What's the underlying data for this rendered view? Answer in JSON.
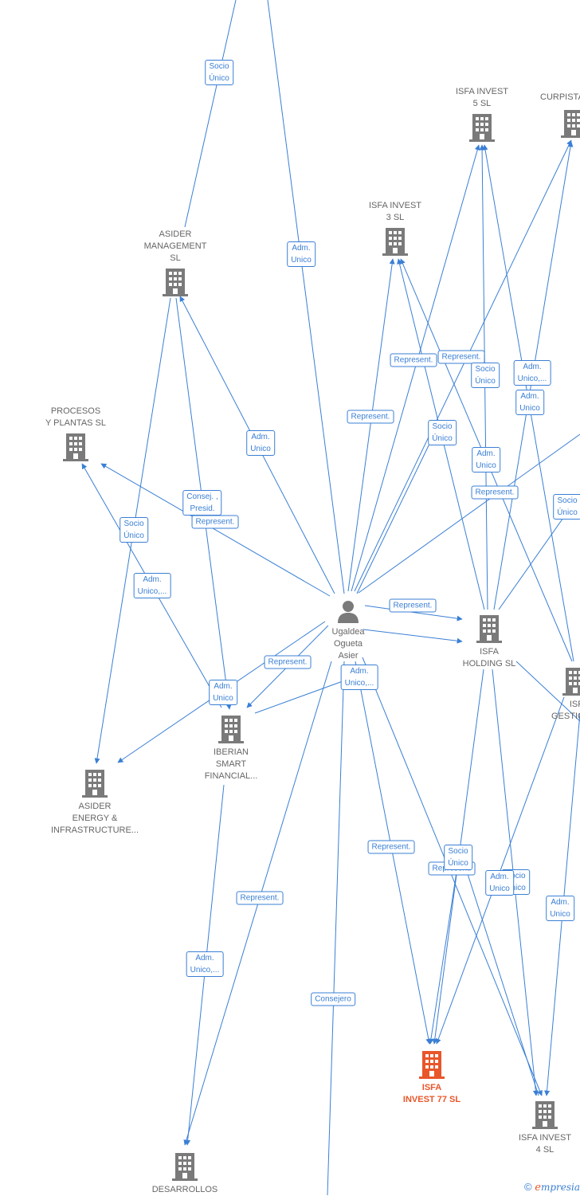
{
  "colors": {
    "edge": "#3a7fd5",
    "node": "#7a7a7a",
    "focus_node": "#e8562a",
    "label_text": "#666666"
  },
  "nodes": [
    {
      "id": "isfa5",
      "name": "ISFA INVEST\n5  SL",
      "kind": "company"
    },
    {
      "id": "curpista",
      "name": "CURPISTA",
      "kind": "company"
    },
    {
      "id": "isfa3",
      "name": "ISFA INVEST\n3  SL",
      "kind": "company"
    },
    {
      "id": "asider_mgmt",
      "name": "ASIDER\nMANAGEMENT\nSL",
      "kind": "company"
    },
    {
      "id": "procesos",
      "name": "PROCESOS\nY PLANTAS  SL",
      "kind": "company"
    },
    {
      "id": "person",
      "name": "Ugaldea\nOgueta\nAsier",
      "kind": "person"
    },
    {
      "id": "isfa_holding",
      "name": "ISFA\nHOLDING  SL",
      "kind": "company"
    },
    {
      "id": "isfa_gestion",
      "name": "ISF\nGESTIO",
      "kind": "company"
    },
    {
      "id": "iberian",
      "name": "IBERIAN\nSMART\nFINANCIAL...",
      "kind": "company"
    },
    {
      "id": "asider_energy",
      "name": "ASIDER\nENERGY &\nINFRASTRUCTURE...",
      "kind": "company"
    },
    {
      "id": "isfa77",
      "name": "ISFA\nINVEST 77  SL",
      "kind": "focus"
    },
    {
      "id": "isfa4",
      "name": "ISFA INVEST\n4  SL",
      "kind": "company"
    },
    {
      "id": "desarrollos",
      "name": "DESARROLLOS",
      "kind": "company"
    }
  ],
  "edge_labels": [
    "Socio\nÚnico",
    "Adm.\nUnico",
    "Represent.",
    "Represent.",
    "Socio\nÚnico",
    "Adm.\nUnico,...",
    "Adm.\nUnico",
    "Represent.",
    "Socio\nÚnico",
    "Adm.\nUnico",
    "Represent.",
    "Socio\nÚnico",
    "Adm.\nUnico",
    "Consej. ,\nPresid.",
    "Represent.",
    "Socio\nÚnico",
    "Adm.\nUnico,...",
    "Represent.",
    "Represent.",
    "Adm.\nUnico",
    "Adm.\nUnico,...",
    "Represent.",
    "Socio\nÚnico",
    "Represent.",
    "Socio\nÚnico",
    "Adm.\nUnico",
    "Adm.\nUnico",
    "Represent.",
    "Adm.\nUnico,...",
    "Consejero"
  ],
  "footer": {
    "copyright": "©",
    "brand_initial": "e",
    "brand_rest": "mpresia"
  }
}
